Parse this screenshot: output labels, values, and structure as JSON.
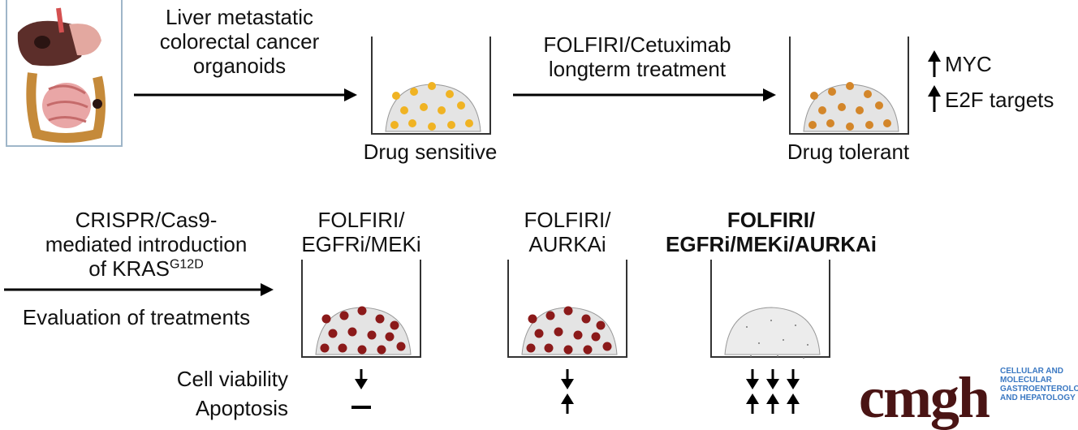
{
  "labels": {
    "organoids_1": "Liver metastatic",
    "organoids_2": "colorectal cancer",
    "organoids_3": "organoids",
    "treatment_1": "FOLFIRI/Cetuximab",
    "treatment_2": "longterm treatment",
    "drug_sensitive": "Drug sensitive",
    "drug_tolerant": "Drug tolerant",
    "myc": "MYC",
    "e2f": "E2F targets",
    "crispr_1": "CRISPR/Cas9-",
    "crispr_2": "mediated introduction",
    "crispr_3": "of KRAS",
    "crispr_sup": "G12D",
    "evaluation": "Evaluation of treatments",
    "t1_1": "FOLFIRI/",
    "t1_2": "EGFRi/MEKi",
    "t2_1": "FOLFIRI/",
    "t2_2": "AURKAi",
    "t3_1": "FOLFIRI/",
    "t3_2": "EGFRi/MEKi/AURKAi",
    "cell_viability": "Cell viability",
    "apoptosis": "Apoptosis"
  },
  "logo": {
    "word": "cmgh",
    "line1": "CELLULAR AND",
    "line2": "MOLECULAR",
    "line3": "GASTROENTEROLOGY",
    "line4": "AND HEPATOLOGY"
  },
  "colors": {
    "sensitive_cells": "#f0b323",
    "tolerant_cells": "#d3862a",
    "treated_cells": "#8b1a1a",
    "organoid_fill": "#e4e4e4",
    "logo_word": "#4a1414",
    "logo_text": "#3a78c2"
  }
}
